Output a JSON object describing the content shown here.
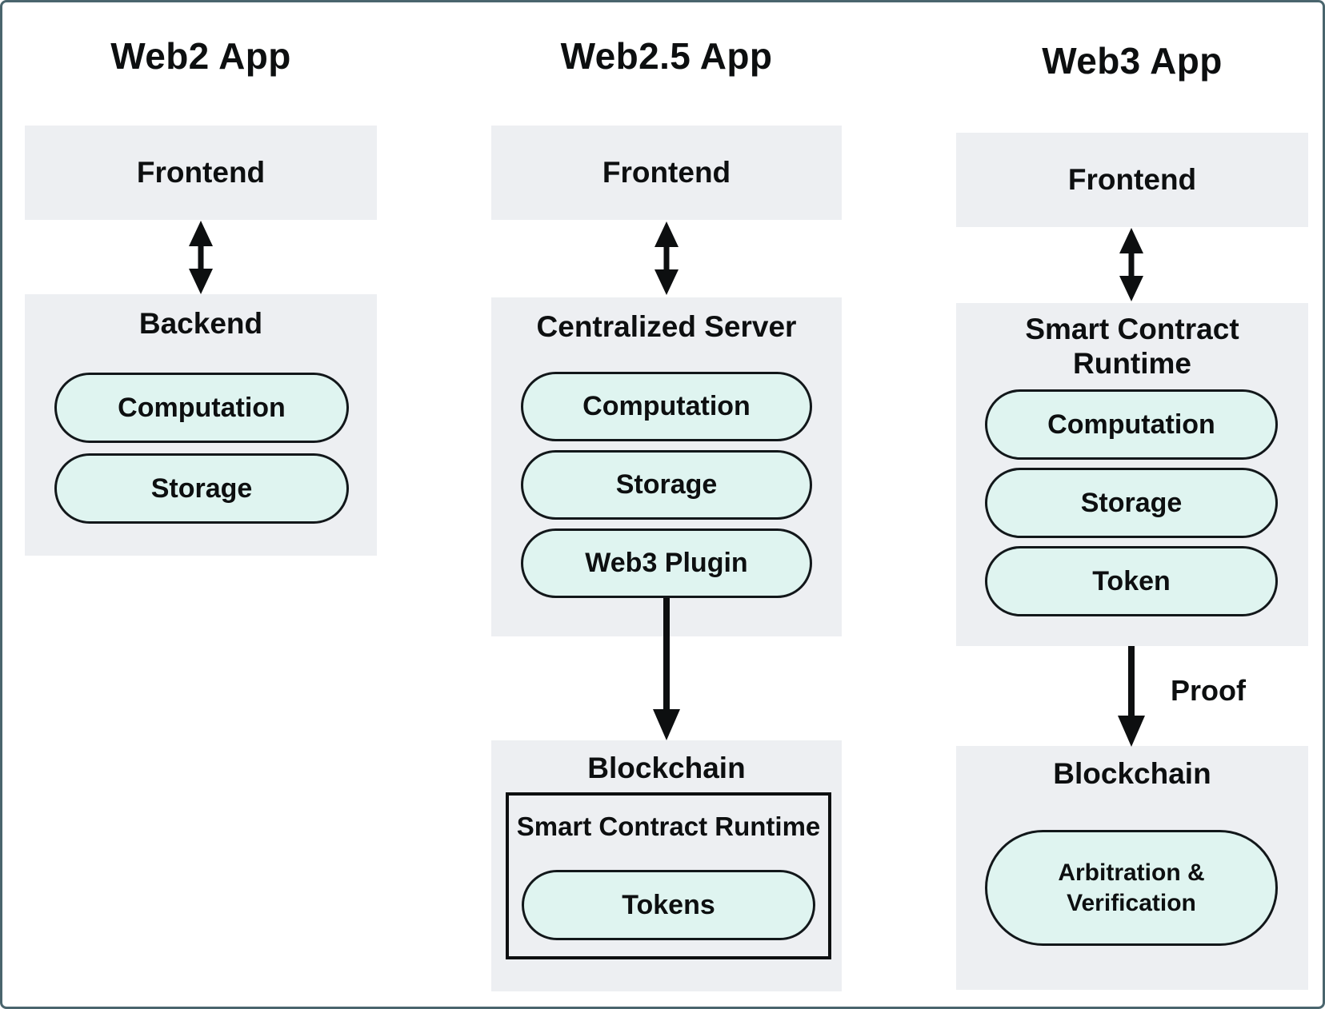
{
  "colors": {
    "canvas_border": "#4a656d",
    "box_background": "#edeff2",
    "pill_background": "#dff4f0",
    "pill_border": "#12171a",
    "arrow": "#0d0f10",
    "text": "#0d0f10"
  },
  "columns": [
    {
      "title": "Web2 App",
      "frontend_label": "Frontend",
      "layer2_title": "Backend",
      "pills": [
        "Computation",
        "Storage"
      ]
    },
    {
      "title": "Web2.5 App",
      "frontend_label": "Frontend",
      "layer2_title": "Centralized Server",
      "pills": [
        "Computation",
        "Storage",
        "Web3 Plugin"
      ],
      "blockchain": {
        "title": "Blockchain",
        "runtime_label": "Smart Contract Runtime",
        "token_pill": "Tokens"
      }
    },
    {
      "title": "Web3 App",
      "frontend_label": "Frontend",
      "layer2_title": "Smart Contract Runtime",
      "pills": [
        "Computation",
        "Storage",
        "Token"
      ],
      "proof_label": "Proof",
      "blockchain": {
        "title": "Blockchain",
        "pill": "Arbitration & Verification"
      }
    }
  ]
}
